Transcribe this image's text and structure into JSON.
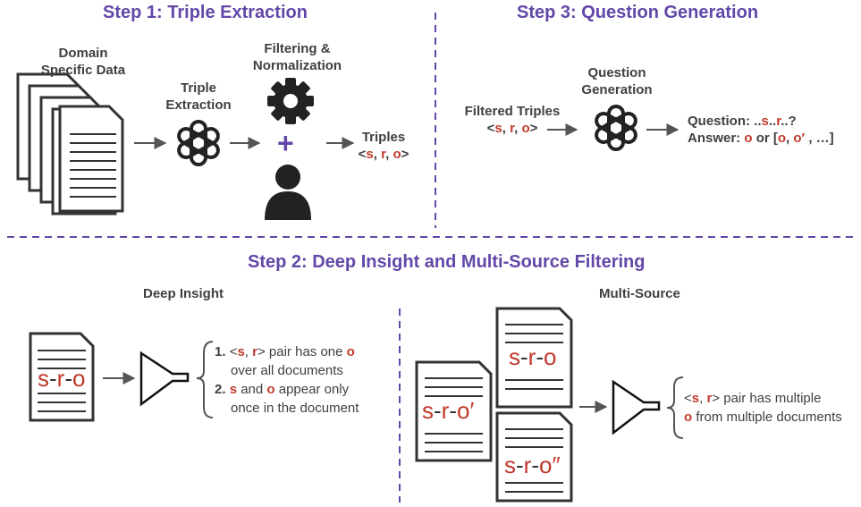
{
  "colors": {
    "accent": "#6347a8",
    "highlight": "#c0392b",
    "ink": "#333333"
  },
  "step1": {
    "title": "Step 1: Triple Extraction",
    "domain_data": [
      "Domain",
      "Specific Data"
    ],
    "triple_extraction": [
      "Triple",
      "Extraction"
    ],
    "filtering": [
      "Filtering &",
      "Normalization"
    ],
    "plus": "+",
    "triples_label": "Triples",
    "triples_value": {
      "open": "<",
      "s": "s",
      "sep1": ", ",
      "r": "r",
      "sep2": ", ",
      "o": "o",
      "close": ">"
    }
  },
  "step3": {
    "title": "Step 3: Question Generation",
    "filtered_triples": "Filtered Triples",
    "filtered_value": {
      "open": "<",
      "s": "s",
      "sep1": ", ",
      "r": "r",
      "sep2": ", ",
      "o": "o",
      "close": ">"
    },
    "question_generation": [
      "Question",
      "Generation"
    ],
    "question_prefix": "Question: ..",
    "question_s": "s",
    "question_mid": "..",
    "question_r": "r",
    "question_suffix": "..?",
    "answer_prefix": "Answer: ",
    "answer_o": "o",
    "answer_mid": " or [",
    "answer_o1": "o",
    "answer_comma": ", ",
    "answer_o2": "o′",
    "answer_end": " , …]"
  },
  "step2": {
    "title": "Step 2: Deep Insight and Multi-Source Filtering",
    "deep_insight": {
      "label": "Deep Insight",
      "doc_text": {
        "s": "s",
        "d1": "-",
        "r": "r",
        "d2": "-",
        "o": "o"
      },
      "rule1": {
        "num": "1. ",
        "open": "<",
        "s": "s",
        "comma": ", ",
        "r": "r",
        "close": ">",
        "mid": " pair has one ",
        "o": "o",
        "line2": "over all documents"
      },
      "rule2": {
        "num": "2. ",
        "s": "s",
        "mid": " and ",
        "o": "o",
        "end": " appear only",
        "line2": "once in the document"
      }
    },
    "multi_source": {
      "label": "Multi-Source",
      "doc1": {
        "s": "s",
        "d1": "-",
        "r": "r",
        "d2": "-",
        "o": "o"
      },
      "doc2": {
        "s": "s",
        "d1": "-",
        "r": "r",
        "d2": "-",
        "o": "o′"
      },
      "doc3": {
        "s": "s",
        "d1": "-",
        "r": "r",
        "d2": "-",
        "o": "o″"
      },
      "rule": {
        "open": "<",
        "s": "s",
        "comma": ", ",
        "r": "r",
        "close": ">",
        "mid": " pair has multiple",
        "o": "o",
        "end": " from multiple documents"
      }
    }
  }
}
